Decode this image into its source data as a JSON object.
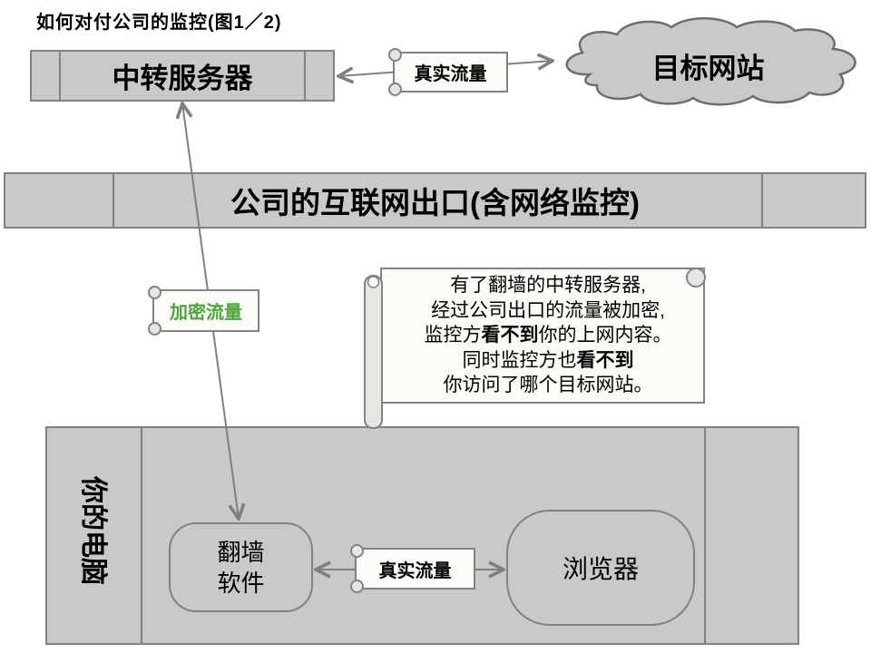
{
  "title": "如何对付公司的监控(图1／2)",
  "nodes": {
    "relay_server": "中转服务器",
    "target_website": "目标网站",
    "company_gateway": "公司的互联网出口(含网络监控)",
    "your_computer": "你的电脑",
    "proxy_line1": "翻墙",
    "proxy_line2": "软件",
    "browser": "浏览器"
  },
  "flow_labels": {
    "real_traffic_top": "真实流量",
    "encrypted_traffic": "加密流量",
    "real_traffic_bottom": "真实流量"
  },
  "note": {
    "line1": "有了翻墙的中转服务器,",
    "line2": "经过公司出口的流量被加密,",
    "line3_pre": "监控方",
    "line3_bold": "看不到",
    "line3_post": "你的上网内容。",
    "line4_pre": "同时监控方也",
    "line4_bold": "看不到",
    "line5": "你访问了哪个目标网站。"
  },
  "colors": {
    "shape_fill": "#c9c9c9",
    "shape_border": "#828282",
    "scroll_fill": "#fbfbf7",
    "encrypted_green": "#4ca43c",
    "arrow": "#7f7f7f"
  }
}
